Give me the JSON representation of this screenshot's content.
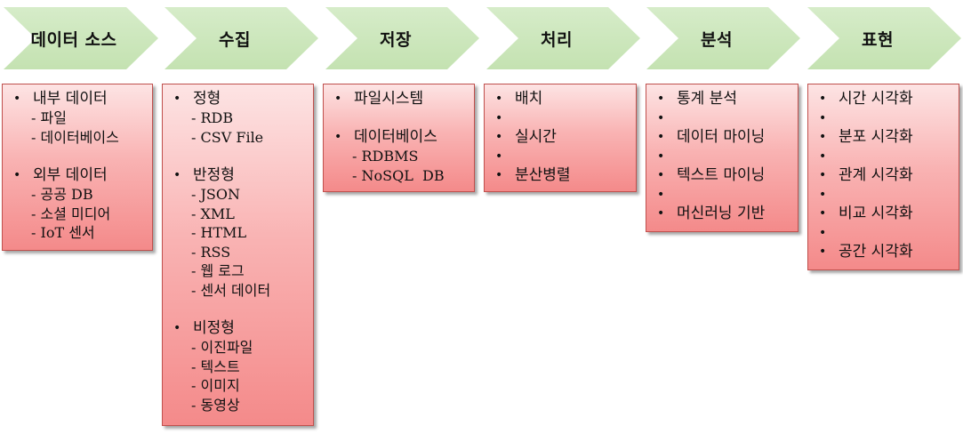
{
  "stages": [
    {
      "title": "데이터 소스",
      "groups": [
        {
          "label": "내부 데이터",
          "items": [
            "파일",
            "데이터베이스"
          ]
        },
        {
          "label": "외부 데이터",
          "items": [
            "공공 DB",
            "소셜 미디어",
            "IoT 센서"
          ]
        }
      ]
    },
    {
      "title": "수집",
      "groups": [
        {
          "label": "정형",
          "items": [
            "RDB",
            "CSV File"
          ]
        },
        {
          "label": "반정형",
          "items": [
            "JSON",
            "XML",
            "HTML",
            "RSS",
            "웹 로그",
            "센서 데이터"
          ]
        },
        {
          "label": "비정형",
          "items": [
            "이진파일",
            "텍스트",
            "이미지",
            "동영상"
          ]
        }
      ]
    },
    {
      "title": "저장",
      "groups": [
        {
          "label": "파일시스템",
          "items": []
        },
        {
          "label": "데이터베이스",
          "items": [
            "RDBMS",
            "NoSQL  DB"
          ]
        }
      ]
    },
    {
      "title": "처리",
      "groups": [
        {
          "label": "배치",
          "items": []
        },
        {
          "label": "실시간",
          "items": []
        },
        {
          "label": "분산병렬",
          "items": []
        }
      ]
    },
    {
      "title": "분석",
      "groups": [
        {
          "label": "통계 분석",
          "items": []
        },
        {
          "label": "데이터 마이닝",
          "items": []
        },
        {
          "label": "텍스트 마이닝",
          "items": []
        },
        {
          "label": "머신러닝 기반",
          "items": []
        }
      ]
    },
    {
      "title": "표현",
      "groups": [
        {
          "label": "시간 시각화",
          "items": []
        },
        {
          "label": "분포 시각화",
          "items": []
        },
        {
          "label": "관계 시각화",
          "items": []
        },
        {
          "label": "비교 시각화",
          "items": []
        },
        {
          "label": "공간 시각화",
          "items": []
        }
      ]
    }
  ]
}
